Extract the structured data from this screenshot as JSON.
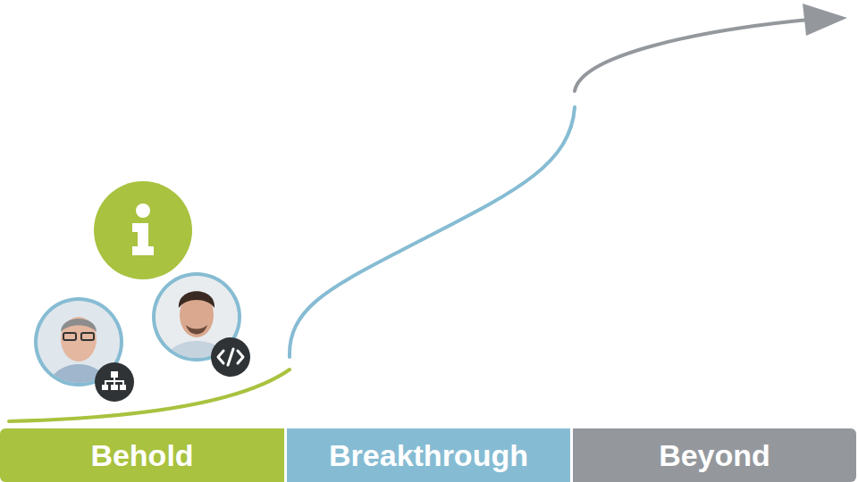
{
  "diagram": {
    "nodes": [
      {
        "text": [
          "Behold"
        ]
      },
      {
        "text": [
          "Breakthrough"
        ]
      },
      {
        "text": [
          "Beyond"
        ]
      }
    ]
  }
}
